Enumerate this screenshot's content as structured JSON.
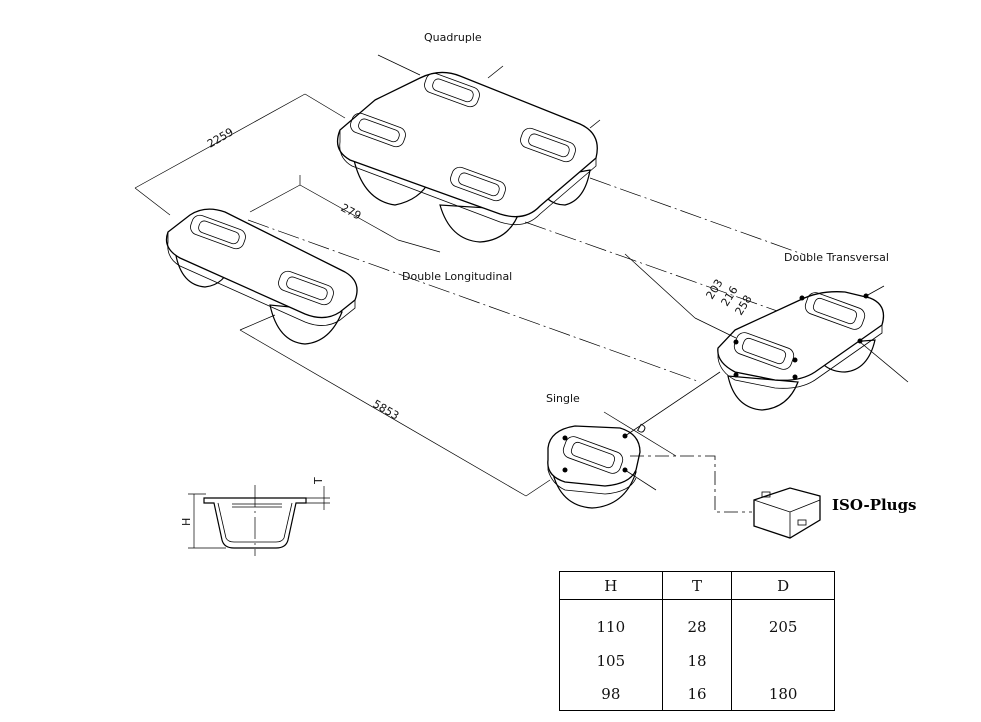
{
  "labels": {
    "quadruple": "Quadruple",
    "double_longitudinal": "Double Longitudinal",
    "double_transversal": "Double Transversal",
    "single": "Single",
    "iso_plugs": "ISO-Plugs"
  },
  "dimensions": {
    "d2259": "2259",
    "d279": "279",
    "d203": "203",
    "d216": "216",
    "d258": "258",
    "d5853": "5853",
    "dD": "D",
    "dH": "H",
    "dT": "T"
  },
  "table": {
    "headers": [
      "H",
      "T",
      "D"
    ],
    "rows": [
      [
        "110",
        "28",
        "205"
      ],
      [
        "105",
        "18",
        ""
      ],
      [
        "98",
        "16",
        "180"
      ]
    ]
  }
}
